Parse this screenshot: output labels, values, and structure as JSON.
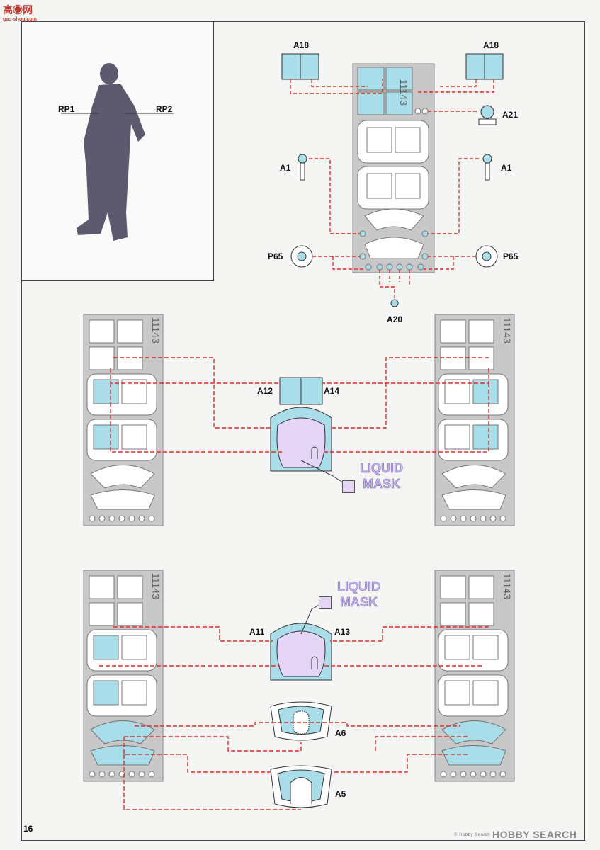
{
  "logo": {
    "main": "高◉网",
    "sub": "gao-shou.com"
  },
  "figure_labels": {
    "left": "RP1",
    "right": "RP2"
  },
  "labels": {
    "a18_left": "A18",
    "a18_right": "A18",
    "a21": "A21",
    "a1_left": "A1",
    "a1_right": "A1",
    "p65_left": "P65",
    "p65_right": "P65",
    "a20": "A20",
    "a12": "A12",
    "a14": "A14",
    "a11": "A11",
    "a13": "A13",
    "a6": "A6",
    "a5": "A5"
  },
  "fret_numbers": {
    "top": "11143",
    "mid_left": "11143",
    "mid_right": "11143",
    "bot_left": "11143",
    "bot_right": "11143"
  },
  "liquid_mask_1": {
    "line1": "LIQUID",
    "line2": "MASK"
  },
  "liquid_mask_2": {
    "line1": "LIQUID",
    "line2": "MASK"
  },
  "page_number": "16",
  "watermark": {
    "text": "HOBBY SEARCH",
    "sub": "© Hobby Search"
  },
  "colors": {
    "window_fill": "#a9dde9",
    "fret_fill": "#c8c8c8",
    "liquid_fill": "#e5d6f7",
    "leader": "#d9302a",
    "figure": "#5d5a70"
  }
}
